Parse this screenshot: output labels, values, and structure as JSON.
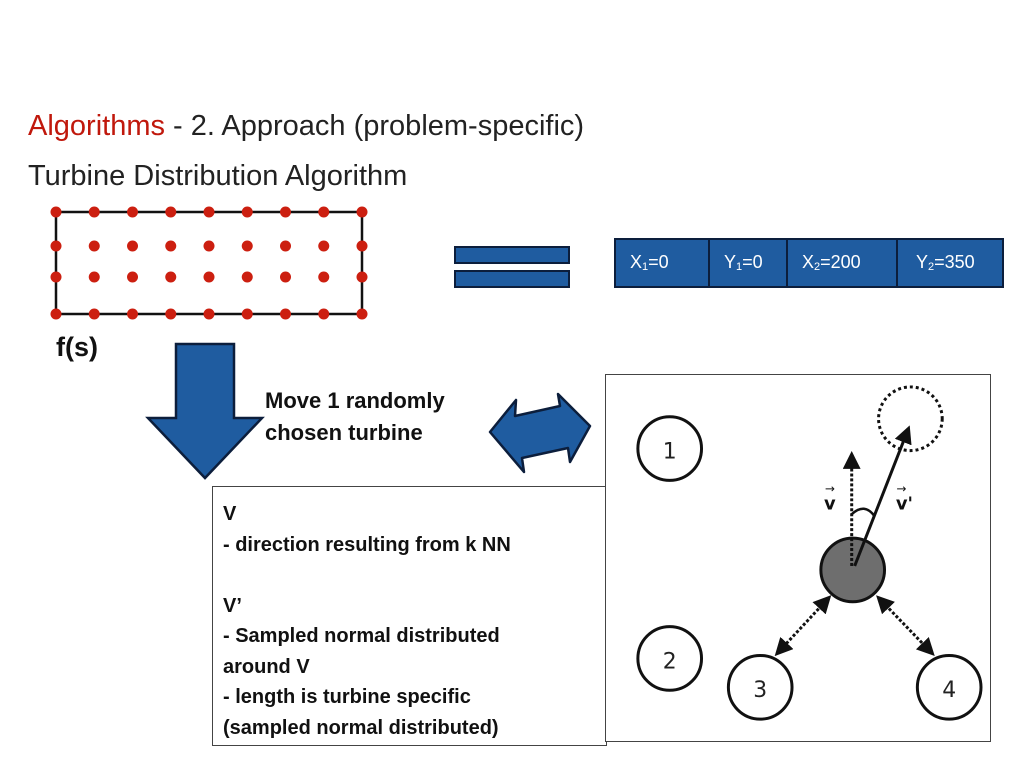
{
  "heading": {
    "highlight": "Algorithms",
    "rest": " - 2. Approach (problem-specific)"
  },
  "subheading": "Turbine Distribution Algorithm",
  "colors": {
    "accent_red": "#c0180c",
    "blue": "#1f5ca0",
    "dark_blue": "#0c1e3c",
    "dot_red": "#cc1f10",
    "turbine_grey": "#6e6e6e"
  },
  "turbine_grid": {
    "rows": 4,
    "cols": 9
  },
  "param_table": [
    {
      "var": "X",
      "sub": "1",
      "value": "=0"
    },
    {
      "var": "Y",
      "sub": "1",
      "value": "=0"
    },
    {
      "var": "X",
      "sub": "2",
      "value": "=200"
    },
    {
      "var": "Y",
      "sub": "2",
      "value": "=350"
    }
  ],
  "fs_label": "f(s)",
  "move_text": {
    "line1": "Move 1 randomly",
    "line2": "chosen turbine"
  },
  "description": {
    "line1": "V",
    "line2": "- direction resulting from k NN",
    "line3": "V’",
    "line4": "- Sampled normal distributed",
    "line5": "around V",
    "line6": "- length is turbine specific",
    "line7": "(sampled normal distributed)"
  },
  "diagram": {
    "neighbor_labels": [
      "1",
      "2",
      "3",
      "4"
    ],
    "vector_v": "v",
    "vector_v_prime": "v'"
  }
}
